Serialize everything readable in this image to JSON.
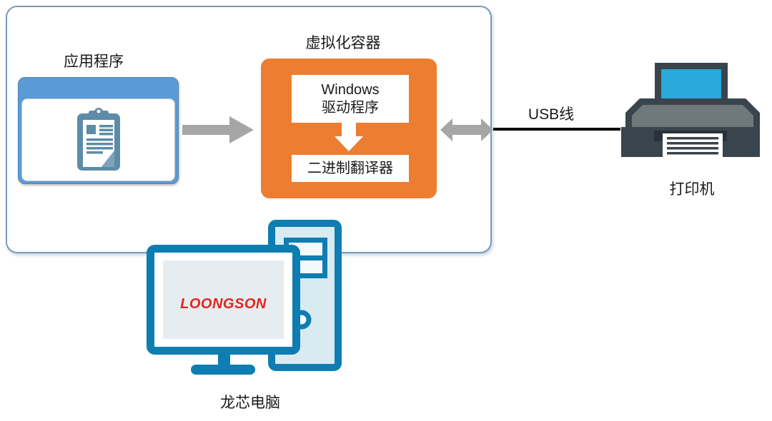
{
  "labels": {
    "application": "应用程序",
    "container": "虚拟化容器",
    "driver_line1": "Windows",
    "driver_line2": "驱动程序",
    "translator": "二进制翻译器",
    "usb": "USB线",
    "printer": "打印机",
    "computer": "龙芯电脑",
    "logo": "LOONGSON"
  },
  "icons": {
    "application": "clipboard-icon",
    "flow_left": "right-arrow-icon",
    "flow_inner": "down-arrow-icon",
    "flow_right": "double-arrow-icon",
    "printer": "printer-icon",
    "computer": "computer-monitor-tower-icon"
  },
  "colors": {
    "accent_orange": "#ED7D31",
    "header_blue": "#5B9BD5",
    "frame_border": "#7799BB",
    "arrow_gray": "#A6A6A6",
    "usb_line": "#000000",
    "printer_dark": "#3A444C",
    "printer_mid_gray": "#6F797C",
    "printer_cyan": "#29A9DC",
    "computer_blue": "#0E7DB2",
    "computer_fill": "#D9EAF1",
    "screen_gray": "#E5EDF0",
    "logo_red": "#E2261F",
    "clipboard_blue": "#5D8CA8"
  }
}
